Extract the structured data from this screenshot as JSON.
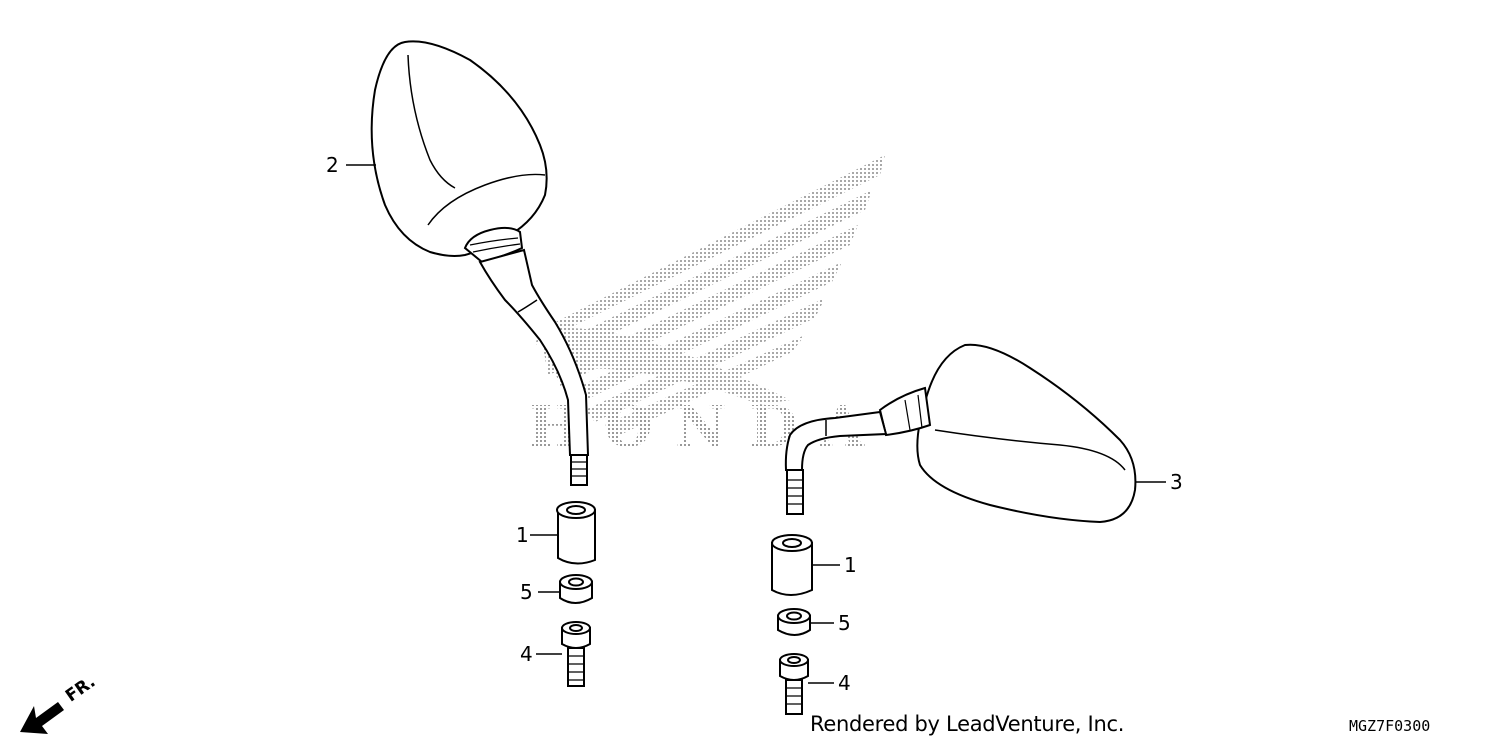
{
  "callouts": {
    "c2": "2",
    "c3": "3",
    "c1_left": "1",
    "c5_left": "5",
    "c4_left": "4",
    "c1_right": "1",
    "c5_right": "5",
    "c4_right": "4"
  },
  "front_label": "FR.",
  "credit": "Rendered by LeadVenture, Inc.",
  "diagram_code": "MGZ7F0300",
  "watermark_text": "HONDA",
  "colors": {
    "line": "#000000",
    "watermark": "#b8b8b8",
    "background": "#ffffff"
  },
  "icons": {
    "front_direction": "arrow-down-left-icon"
  }
}
